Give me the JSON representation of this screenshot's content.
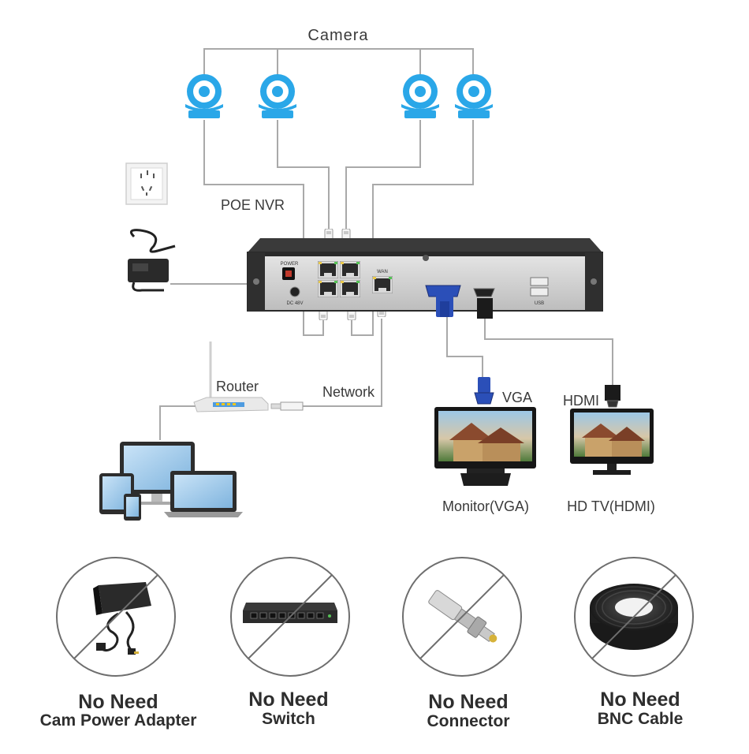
{
  "labels": {
    "camera": "Camera",
    "poe_nvr": "POE NVR",
    "router": "Router",
    "network": "Network",
    "vga": "VGA",
    "hdmi": "HDMI",
    "monitor": "Monitor(VGA)",
    "hd_tv": "HD TV(HDMI)",
    "nvr_power": "POWER",
    "nvr_dc": "DC 48V",
    "nvr_wan": "WAN",
    "nvr_usb": "USB"
  },
  "no_need": [
    {
      "line1": "No Need",
      "line2": "Cam Power Adapter"
    },
    {
      "line1": "No Need",
      "line2": "Switch"
    },
    {
      "line1": "No Need",
      "line2": "Connector"
    },
    {
      "line1": "No Need",
      "line2": "BNC Cable"
    }
  ],
  "colors": {
    "camera_blue": "#2aa7e8",
    "wire_gray": "#a9a9a9",
    "vga_blue": "#2b4fb8",
    "text": "#3a3a3a"
  }
}
